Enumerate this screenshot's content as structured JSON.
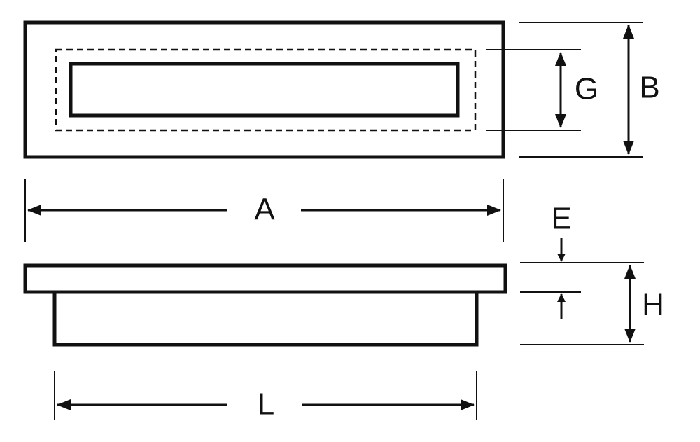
{
  "labels": {
    "A": "A",
    "B": "B",
    "E": "E",
    "G": "G",
    "H": "H",
    "L": "L"
  }
}
